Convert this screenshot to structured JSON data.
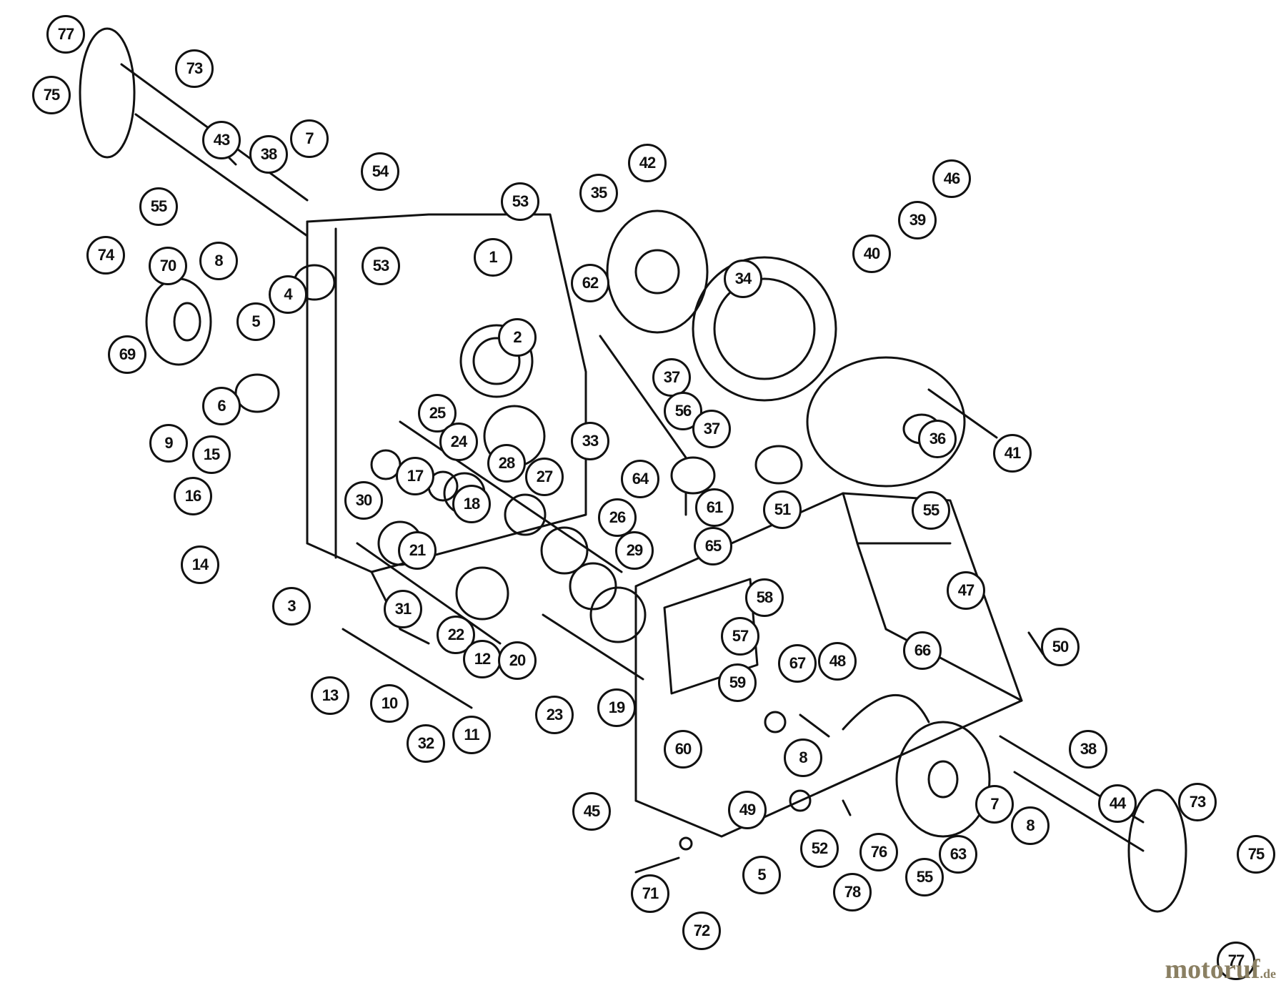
{
  "diagram": {
    "callouts": [
      "77",
      "73",
      "75",
      "43",
      "38",
      "7",
      "55",
      "74",
      "8",
      "54",
      "53",
      "53",
      "1",
      "35",
      "42",
      "46",
      "39",
      "40",
      "70",
      "69",
      "4",
      "5",
      "6",
      "9",
      "62",
      "2",
      "34",
      "37",
      "56",
      "37",
      "36",
      "41",
      "25",
      "24",
      "33",
      "15",
      "16",
      "14",
      "17",
      "30",
      "18",
      "28",
      "27",
      "64",
      "61",
      "51",
      "55",
      "26",
      "21",
      "29",
      "65",
      "58",
      "47",
      "3",
      "31",
      "22",
      "57",
      "50",
      "13",
      "10",
      "12",
      "20",
      "23",
      "19",
      "32",
      "11",
      "59",
      "67",
      "48",
      "66",
      "8",
      "60",
      "38",
      "45",
      "49",
      "5",
      "52",
      "76",
      "78",
      "55",
      "63",
      "7",
      "8",
      "44",
      "73",
      "75",
      "71",
      "72",
      "77"
    ]
  },
  "watermark": {
    "brand": "motoruf",
    "tld": ".de"
  },
  "colors": {
    "ink": "#111111",
    "paper": "#ffffff",
    "watermark": "#8a7f62"
  }
}
